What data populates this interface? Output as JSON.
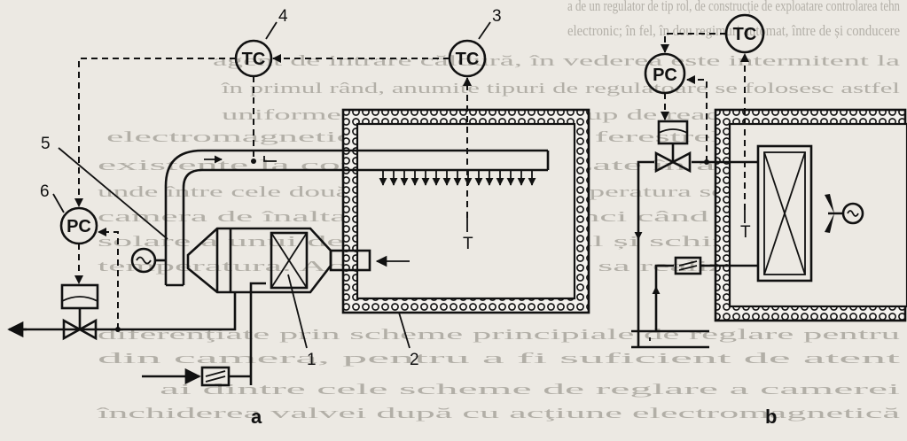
{
  "diagram": {
    "part_a": {
      "caption": "a",
      "controllers": {
        "tc_left": "TC",
        "tc_right": "TC",
        "pc": "PC"
      },
      "callouts": [
        "1",
        "2",
        "3",
        "4",
        "5",
        "6"
      ],
      "sensor_label": "T"
    },
    "part_b": {
      "caption": "b",
      "controllers": {
        "tc": "TC",
        "pc": "PC"
      },
      "sensor_label": "T"
    }
  },
  "background_text": [
    "a de un regulator de tip rol, de construcţie de exploatare controlarea tehn",
    "electronic; în fel, în dou regimuri automat, între de și conducere",
    "agent de intrare căldură, în vederea este intermitent la",
    "în primul rând, anumite tipuri de regulatoare se folosesc astfel",
    "uniforme sunt utilizate în grup de reacţie, de control",
    "electromagnetic, fluidul pentru ferestrele de trecere",
    "existente la convectivă, utilizate în același scop",
    "unde între cele două regulatoare de temperatura se vor înregistra",
    "camera de înalta controla că atunci când temperatura",
    "solare a unui deschis regulatorul și schimbatorul de",
    "temperatura. Aceasta variaţie sa sa realizeze ulterior",
    "diferenţiate prin scheme principiale de reglare pentru",
    "din camera, pentru a fi suficient de atent",
    "ai dintre cele scheme de reglare a camerei",
    "închiderea valvei după cu acţiune electromagnetică"
  ]
}
